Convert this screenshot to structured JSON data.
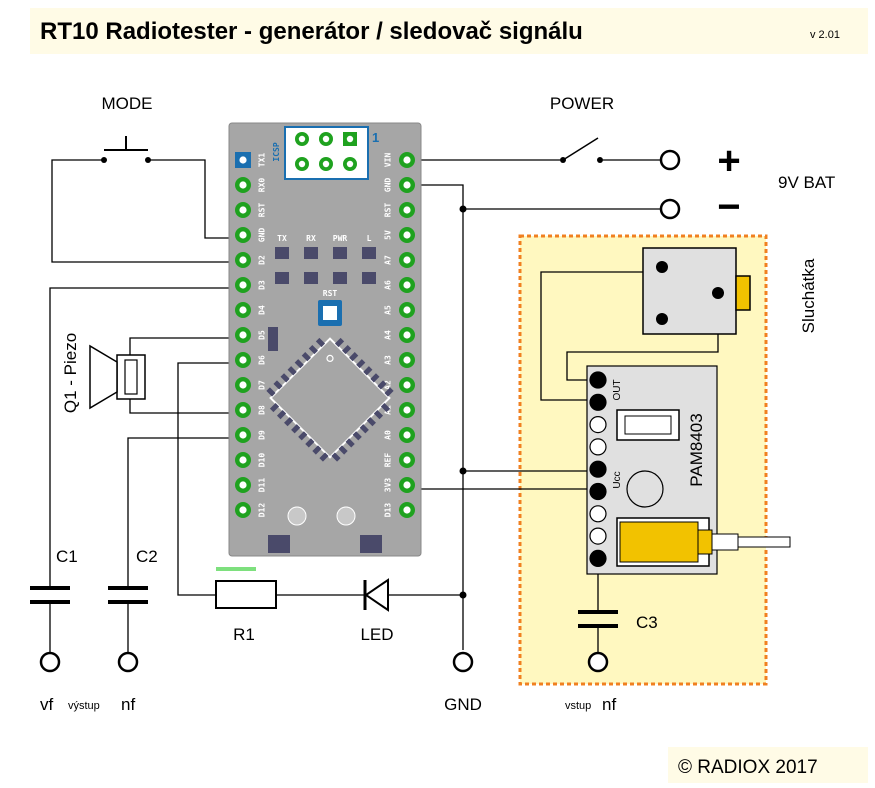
{
  "title": "RT10 Radiotester - generátor / sledovač signálu",
  "version": "v 2.01",
  "copyright": "© RADIOX 2017",
  "labels": {
    "mode": "MODE",
    "power": "POWER",
    "bat": "9V BAT",
    "plus": "+",
    "minus": "−",
    "piezo": "Q1 - Piezo",
    "c1": "C1",
    "c2": "C2",
    "c3": "C3",
    "r1": "R1",
    "led": "LED",
    "gnd": "GND",
    "vf": "vf",
    "vystup": "výstup",
    "nf": "nf",
    "vstup": "vstup",
    "nf2": "nf",
    "headphones": "Sluchátka",
    "pam": "PAM8403",
    "out": "OUT",
    "ucc": "Ucc"
  },
  "board": {
    "icsp": "ICSP",
    "icsp_num": "1",
    "left_pins": [
      "TX1",
      "RX0",
      "RST",
      "GND",
      "D2",
      "D3",
      "D4",
      "D5",
      "D6",
      "D7",
      "D8",
      "D9",
      "D10",
      "D11",
      "D12"
    ],
    "right_pins": [
      "VIN",
      "GND",
      "RST",
      "5V",
      "A7",
      "A6",
      "A5",
      "A4",
      "A3",
      "A2",
      "A1",
      "A0",
      "REF",
      "3V3",
      "D13"
    ],
    "leds": [
      "TX",
      "RX",
      "PWR",
      "L"
    ],
    "rst_button": "RST"
  },
  "colors": {
    "board": "#a6a6a6",
    "pad": "#1fa21f",
    "pad_square": "#1a6fb0",
    "chip": "#4a4a6a",
    "module_bg": "#fff8c0",
    "module_border": "#f08020",
    "jack": "#f2c200",
    "wire": "#000000"
  }
}
